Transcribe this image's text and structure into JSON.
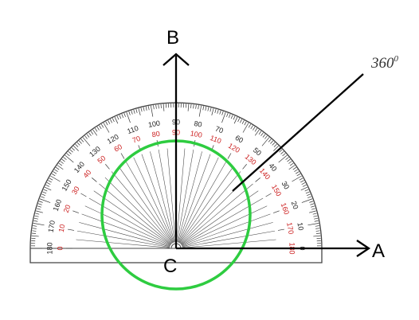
{
  "labels": {
    "a": "A",
    "b": "B",
    "c": "C"
  },
  "angle_note": {
    "value": "360",
    "sup": "0"
  },
  "protractor": {
    "outer_scale": [
      "0",
      "10",
      "20",
      "30",
      "40",
      "50",
      "60",
      "70",
      "80",
      "90",
      "100",
      "110",
      "120",
      "130",
      "140",
      "150",
      "160",
      "170",
      "180"
    ],
    "inner_scale": [
      "180",
      "170",
      "160",
      "150",
      "140",
      "130",
      "120",
      "110",
      "100",
      "90",
      "80",
      "70",
      "60",
      "50",
      "40",
      "30",
      "20",
      "10",
      "0"
    ]
  },
  "colors": {
    "circle": "#2ecc40",
    "inner_numbers": "#cc1f1f",
    "lines": "#000000"
  }
}
